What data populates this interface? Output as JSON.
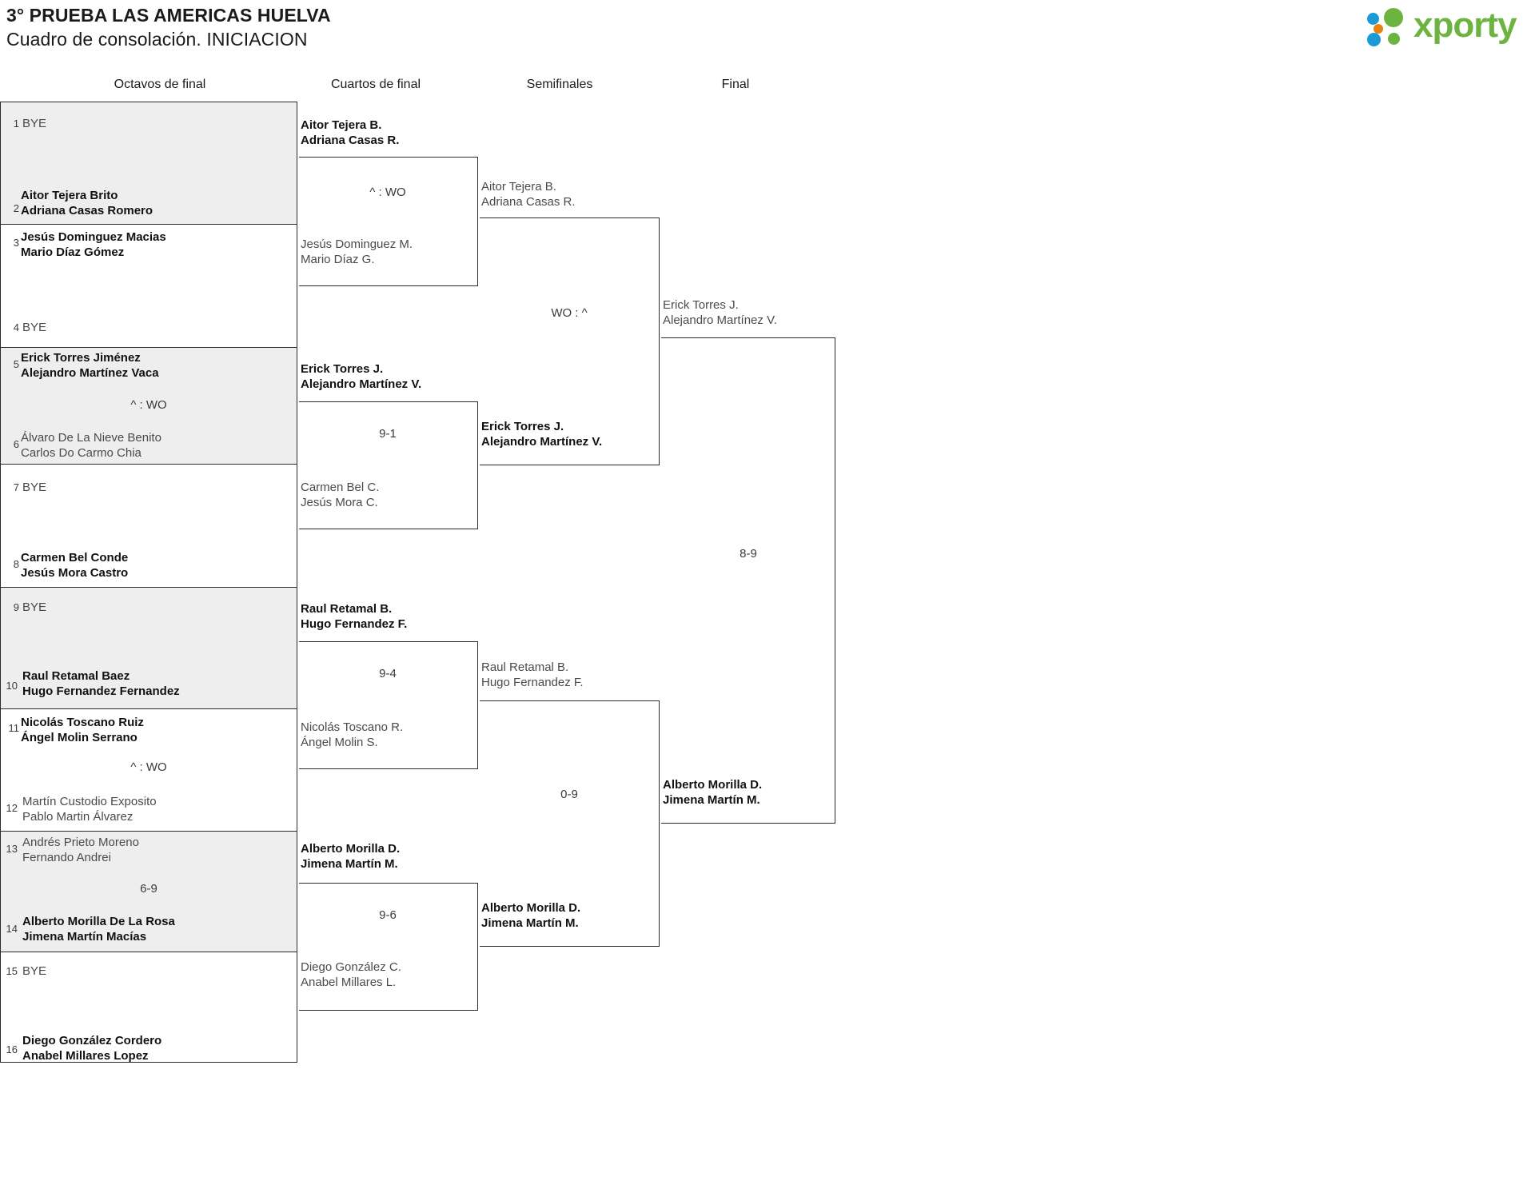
{
  "header": {
    "tournament": "3° PRUEBA LAS AMERICAS HUELVA",
    "subtitle": "Cuadro de consolación. INICIACION",
    "logo_text": "xporty",
    "logo_colors": {
      "blue": "#1b9ad6",
      "orange": "#e8820c",
      "green": "#6cb33f"
    }
  },
  "rounds": [
    {
      "label": "Octavos de final"
    },
    {
      "label": "Cuartos de final"
    },
    {
      "label": "Semifinales"
    },
    {
      "label": "Final"
    }
  ],
  "round1": {
    "entries": [
      {
        "seed": "1",
        "bye": "BYE",
        "lines": [],
        "state": "bye"
      },
      {
        "seed": "2",
        "bye": null,
        "lines": [
          "Aitor Tejera Brito",
          "Adriana Casas Romero"
        ],
        "state": "winner"
      },
      {
        "seed": "3",
        "bye": null,
        "lines": [
          "Jesús Dominguez Macias",
          "Mario Díaz Gómez"
        ],
        "state": "winner"
      },
      {
        "seed": "4",
        "bye": "BYE",
        "lines": [],
        "state": "bye"
      },
      {
        "seed": "5",
        "bye": null,
        "lines": [
          "Erick Torres Jiménez",
          "Alejandro Martínez Vaca"
        ],
        "state": "winner"
      },
      {
        "seed": "6",
        "bye": null,
        "lines": [
          "Álvaro De La Nieve Benito",
          "Carlos Do Carmo Chia"
        ],
        "state": "loser"
      },
      {
        "seed": "7",
        "bye": "BYE",
        "lines": [],
        "state": "bye"
      },
      {
        "seed": "8",
        "bye": null,
        "lines": [
          "Carmen Bel Conde",
          "Jesús Mora Castro"
        ],
        "state": "winner"
      },
      {
        "seed": "9",
        "bye": "BYE",
        "lines": [],
        "state": "bye"
      },
      {
        "seed": "10",
        "bye": null,
        "lines": [
          "Raul Retamal Baez",
          "Hugo Fernandez Fernandez"
        ],
        "state": "winner"
      },
      {
        "seed": "11",
        "bye": null,
        "lines": [
          "Nicolás Toscano Ruiz",
          "Ángel Molin Serrano"
        ],
        "state": "winner"
      },
      {
        "seed": "12",
        "bye": null,
        "lines": [
          "Martín Custodio Exposito",
          "Pablo Martin Álvarez"
        ],
        "state": "loser"
      },
      {
        "seed": "13",
        "bye": null,
        "lines": [
          "Andrés Prieto Moreno",
          "Fernando Andrei"
        ],
        "state": "loser"
      },
      {
        "seed": "14",
        "bye": null,
        "lines": [
          "Alberto Morilla De La Rosa",
          "Jimena Martín Macías"
        ],
        "state": "winner"
      },
      {
        "seed": "15",
        "bye": "BYE",
        "lines": [],
        "state": "bye"
      },
      {
        "seed": "16",
        "bye": null,
        "lines": [
          "Diego González Cordero",
          "Anabel Millares Lopez"
        ],
        "state": "winner"
      }
    ],
    "scores": [
      "",
      "",
      "^ : WO",
      "",
      "",
      "^ : WO",
      "6-9",
      ""
    ]
  },
  "round2": {
    "entries": [
      {
        "lines": [
          "Aitor Tejera B.",
          "Adriana Casas R."
        ],
        "state": "winner"
      },
      {
        "lines": [
          "Jesús Dominguez M.",
          "Mario Díaz G."
        ],
        "state": "loser"
      },
      {
        "lines": [
          "Erick Torres J.",
          "Alejandro Martínez V."
        ],
        "state": "winner"
      },
      {
        "lines": [
          "Carmen Bel C.",
          "Jesús Mora C."
        ],
        "state": "loser"
      },
      {
        "lines": [
          "Raul Retamal B.",
          "Hugo Fernandez F."
        ],
        "state": "winner"
      },
      {
        "lines": [
          "Nicolás Toscano R.",
          "Ángel Molin S."
        ],
        "state": "loser"
      },
      {
        "lines": [
          "Alberto Morilla D.",
          "Jimena Martín M."
        ],
        "state": "winner"
      },
      {
        "lines": [
          "Diego González C.",
          "Anabel Millares L."
        ],
        "state": "loser"
      }
    ],
    "scores": [
      "^ : WO",
      "9-1",
      "9-4",
      "9-6"
    ]
  },
  "round3": {
    "entries": [
      {
        "lines": [
          "Aitor Tejera B.",
          "Adriana Casas R."
        ],
        "state": "loser"
      },
      {
        "lines": [
          "Erick Torres J.",
          "Alejandro Martínez V."
        ],
        "state": "winner"
      },
      {
        "lines": [
          "Raul Retamal B.",
          "Hugo Fernandez F."
        ],
        "state": "loser"
      },
      {
        "lines": [
          "Alberto Morilla D.",
          "Jimena Martín M."
        ],
        "state": "winner"
      }
    ],
    "scores": [
      "WO : ^",
      "0-9"
    ]
  },
  "round4": {
    "entries": [
      {
        "lines": [
          "Erick Torres J.",
          "Alejandro Martínez V."
        ],
        "state": "loser"
      },
      {
        "lines": [
          "Alberto Morilla D.",
          "Jimena Martín M."
        ],
        "state": "winner"
      }
    ],
    "scores": [
      "8-9"
    ]
  }
}
